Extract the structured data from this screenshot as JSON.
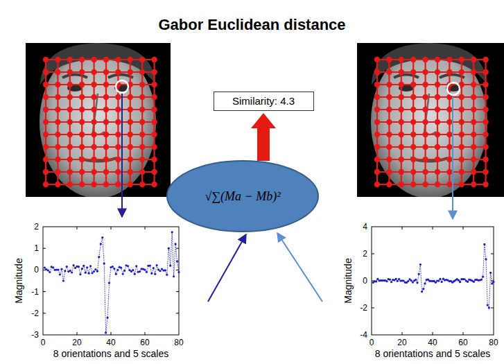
{
  "diagram": {
    "title": "Gabor Euclidean distance",
    "nodes": [
      {
        "text": [
          "Similarity: 4.3"
        ]
      },
      {
        "text": [
          "√∑(Ma − Mb)²"
        ]
      }
    ],
    "edges": [
      {
        "from": 1,
        "to": 0,
        "arrow": "to"
      }
    ],
    "labels": [
      "2",
      "1",
      "0",
      "-1",
      "-2",
      "-3",
      "0",
      "20",
      "40",
      "60",
      "80",
      "Magnitude",
      "8 orientations and 5 scales",
      "4",
      "2",
      "0",
      "-2",
      "-4",
      "0",
      "20",
      "40",
      "60",
      "80",
      "Magnitude",
      "8 orientations and 5 scales"
    ]
  }
}
